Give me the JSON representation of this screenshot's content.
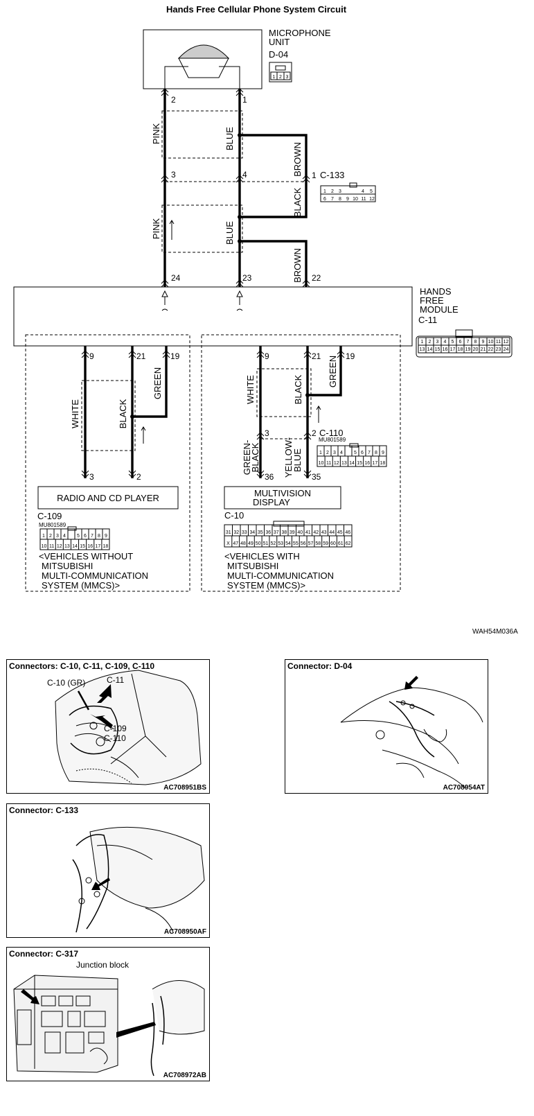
{
  "title": "Hands Free Cellular Phone System Circuit",
  "doc_code": "WAH54M036A",
  "microphone": {
    "name_line1": "MICROPHONE",
    "name_line2": "UNIT",
    "connector": "D-04",
    "pin_2": "2",
    "pin_1": "1",
    "cells": [
      "1",
      "2",
      "3"
    ]
  },
  "wires": {
    "pink": "PINK",
    "blue": "BLUE",
    "brown": "BROWN",
    "black": "BLACK",
    "white": "WHITE",
    "green": "GREEN",
    "green_black_1": "GREEN-",
    "green_black_2": "BLACK",
    "yellow_blue_1": "YELLOW-",
    "yellow_blue_2": "BLUE"
  },
  "c133": {
    "connector": "C-133",
    "pin_3": "3",
    "pin_4": "4",
    "pin_1": "1",
    "cells_top": [
      "1",
      "2",
      "3",
      "",
      "4",
      "5"
    ],
    "cells_bottom": [
      "6",
      "7",
      "8",
      "9",
      "10",
      "11",
      "12"
    ]
  },
  "module": {
    "line1": "HANDS",
    "line2": "FREE",
    "line3": "MODULE",
    "connector": "C-11",
    "pin_24": "24",
    "pin_23": "23",
    "pin_22": "22",
    "cells_top": [
      "1",
      "2",
      "3",
      "4",
      "5",
      "6",
      "7",
      "8",
      "9",
      "10",
      "11",
      "12"
    ],
    "cells_bottom": [
      "13",
      "14",
      "15",
      "16",
      "17",
      "18",
      "19",
      "20",
      "21",
      "22",
      "23",
      "24"
    ]
  },
  "left_branch": {
    "pin_9": "9",
    "pin_21": "21",
    "pin_19": "19",
    "pin_3": "3",
    "pin_2": "2",
    "device": "RADIO AND CD PLAYER",
    "connector": "C-109",
    "part_no": "MU801589",
    "cells_top": [
      "1",
      "2",
      "3",
      "4",
      "",
      "5",
      "6",
      "7",
      "8",
      "9"
    ],
    "cells_bottom": [
      "10",
      "11",
      "12",
      "13",
      "14",
      "15",
      "16",
      "17",
      "18"
    ],
    "note_1": "<VEHICLES WITHOUT",
    "note_2": "MITSUBISHI",
    "note_3": "MULTI-COMMUNICATION",
    "note_4": "SYSTEM (MMCS)>"
  },
  "right_branch": {
    "pin_9": "9",
    "pin_21": "21",
    "pin_19": "19",
    "pin_3": "3",
    "pin_2": "2",
    "pin_36": "36",
    "pin_35": "35",
    "c110": "C-110",
    "c110_part_no": "MU801589",
    "c110_cells_top": [
      "1",
      "2",
      "3",
      "4",
      "",
      "5",
      "6",
      "7",
      "8",
      "9"
    ],
    "c110_cells_bottom": [
      "10",
      "11",
      "12",
      "13",
      "14",
      "15",
      "16",
      "17",
      "18"
    ],
    "device_1": "MULTIVISION",
    "device_2": "DISPLAY",
    "connector": "C-10",
    "cells_top": [
      "31",
      "32",
      "33",
      "34",
      "35",
      "36",
      "37",
      "38",
      "39",
      "40",
      "41",
      "42",
      "43",
      "44",
      "45",
      "46"
    ],
    "cells_bottom": [
      "X",
      "47",
      "48",
      "49",
      "50",
      "51",
      "52",
      "53",
      "54",
      "55",
      "56",
      "57",
      "58",
      "59",
      "60",
      "61",
      "62"
    ],
    "note_1": "<VEHICLES WITH",
    "note_2": "MITSUBISHI",
    "note_3": "MULTI-COMMUNICATION",
    "note_4": "SYSTEM (MMCS)>"
  },
  "panels": {
    "p1": {
      "title": "Connectors: C-10, C-11, C-109, C-110",
      "code": "AC708951BS",
      "callout_c10": "C-10 (GR)",
      "callout_c11": "C-11",
      "callout_c109": "C-109",
      "callout_c110": "C-110"
    },
    "p2": {
      "title": "Connector: D-04",
      "code": "AC708954AT"
    },
    "p3": {
      "title": "Connector: C-133",
      "code": "AC708950AF"
    },
    "p4": {
      "title": "Connector: C-317",
      "code": "AC708972AB",
      "callout": "Junction block"
    }
  }
}
